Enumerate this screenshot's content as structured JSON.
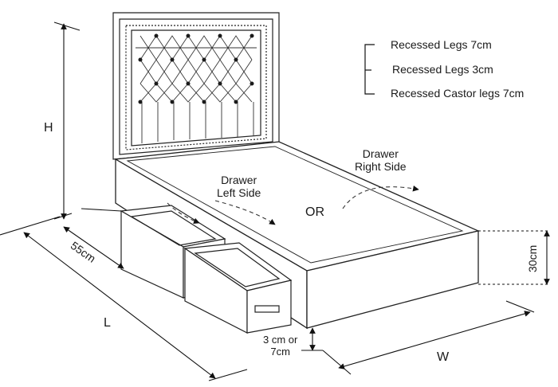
{
  "dimensions": {
    "height": "H",
    "length": "L",
    "width": "W",
    "drawer_depth": "55cm",
    "base_height": "30cm",
    "leg_clearance_line1": "3 cm or",
    "leg_clearance_line2": "7cm"
  },
  "legend": {
    "items": [
      "Recessed Legs 7cm",
      "Recessed Legs 3cm",
      "Recessed Castor legs 7cm"
    ]
  },
  "drawers": {
    "left_line1": "Drawer",
    "left_line2": "Left Side",
    "right_line1": "Drawer",
    "right_line2": "Right Side",
    "or_label": "OR"
  }
}
